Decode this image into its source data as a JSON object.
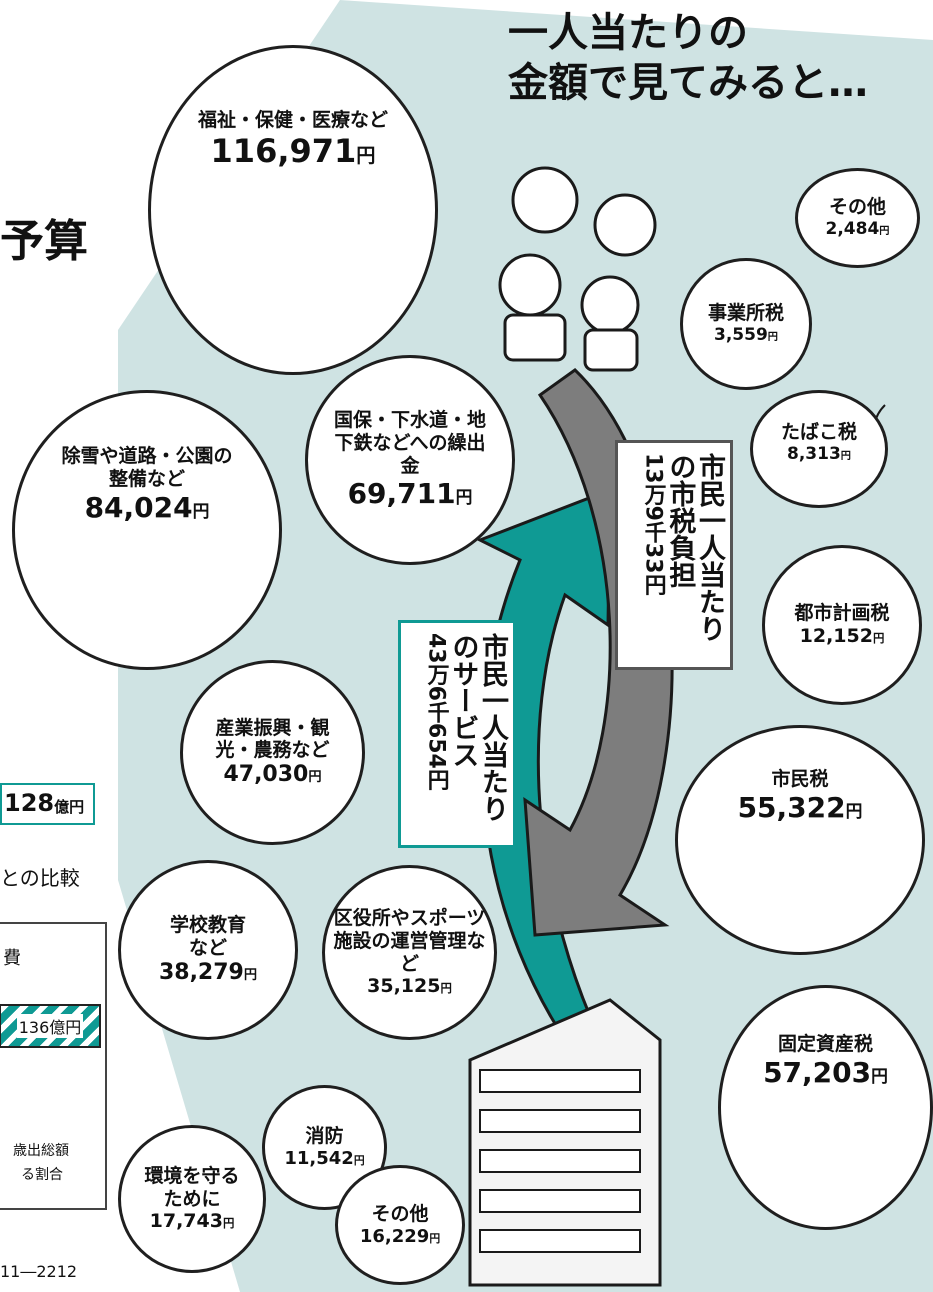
{
  "header": {
    "line1": "一人当たりの",
    "line2": "金額で見てみると…"
  },
  "left_fragments": {
    "title_part": "予算",
    "amount_box": "128",
    "amount_unit": "億円",
    "comparison": "との比較",
    "legend_cost": "費",
    "bar_label": "136億円",
    "note_line1": "歳出総額",
    "note_line2": "る割合",
    "phone": "11―2212"
  },
  "expenditures": [
    {
      "label": "福祉・保健・医療など",
      "amount": "116,971",
      "unit": "円"
    },
    {
      "label": "国保・下水道・地下鉄などへの繰出金",
      "amount": "69,711",
      "unit": "円"
    },
    {
      "label": "除雪や道路・公園の整備など",
      "amount": "84,024",
      "unit": "円"
    },
    {
      "label": "産業振興・観光・農務など",
      "amount": "47,030",
      "unit": "円"
    },
    {
      "label": "学校教育など",
      "amount": "38,279",
      "unit": "円"
    },
    {
      "label": "区役所やスポーツ施設の運営管理など",
      "amount": "35,125",
      "unit": "円"
    },
    {
      "label": "消防",
      "amount": "11,542",
      "unit": "円"
    },
    {
      "label": "環境を守るために",
      "amount": "17,743",
      "unit": "円"
    },
    {
      "label": "その他",
      "amount": "16,229",
      "unit": "円"
    }
  ],
  "revenues": [
    {
      "label": "その他",
      "amount": "2,484",
      "unit": "円"
    },
    {
      "label": "事業所税",
      "amount": "3,559",
      "unit": "円"
    },
    {
      "label": "たばこ税",
      "amount": "8,313",
      "unit": "円"
    },
    {
      "label": "都市計画税",
      "amount": "12,152",
      "unit": "円"
    },
    {
      "label": "市民税",
      "amount": "55,322",
      "unit": "円"
    },
    {
      "label": "固定資産税",
      "amount": "57,203",
      "unit": "円"
    }
  ],
  "service_box": {
    "line1": "市民一人当たり",
    "line2": "のサービス",
    "line3": "43万6千654円"
  },
  "tax_box": {
    "line1": "市民一人当たり",
    "line2": "の市税負担",
    "line3": "13万9千33円"
  },
  "colors": {
    "panel": "#cfe3e3",
    "teal_arrow": "#0f9a94",
    "gray_arrow": "#7d7d7d"
  }
}
